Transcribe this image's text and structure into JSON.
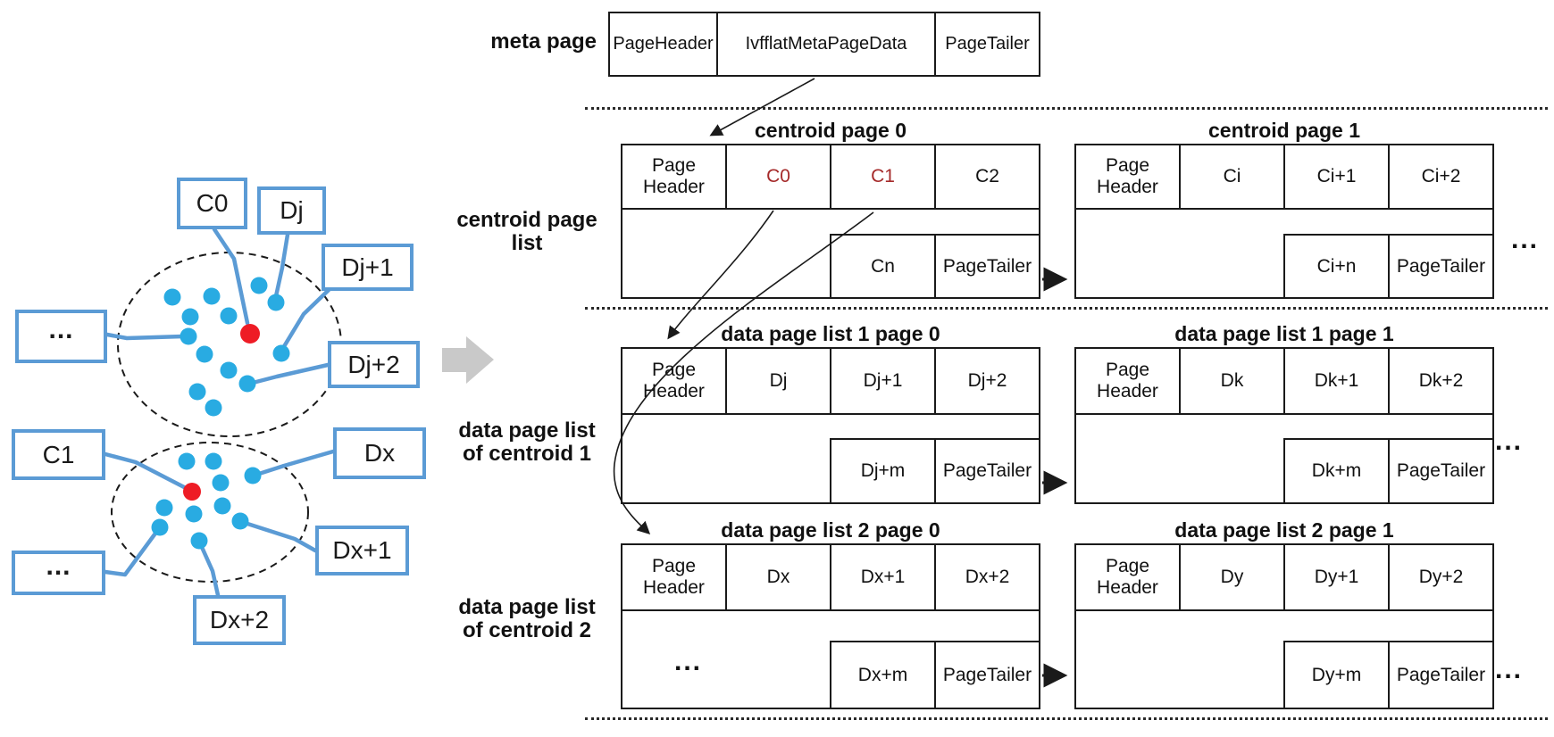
{
  "colors": {
    "box_border": "#5b9bd5",
    "connector": "#5b9bd5",
    "data_point": "#29abe2",
    "centroid_point": "#ee1c25",
    "red_cell_text": "#a52a2a",
    "gray_arrow": "#c9c9c9",
    "line": "#1a1a1a"
  },
  "left_panel": {
    "cluster1": {
      "centroid_label": "C0",
      "point_labels": [
        "Dj",
        "Dj+1",
        "Dj+2"
      ],
      "more_label": "..."
    },
    "cluster2": {
      "centroid_label": "C1",
      "point_labels": [
        "Dx",
        "Dx+1",
        "Dx+2"
      ],
      "more_label": "..."
    }
  },
  "meta_page": {
    "row_label": "meta page",
    "cells": [
      "PageHeader",
      "IvfflatMetaPageData",
      "PageTailer"
    ]
  },
  "rows": [
    {
      "label_line1": "centroid page",
      "label_line2": "list",
      "more": "...",
      "pages": [
        {
          "title": "centroid page 0",
          "cells": [
            "Page Header",
            "C0",
            "C1",
            "C2"
          ],
          "bottom": [
            "Cn",
            "PageTailer"
          ]
        },
        {
          "title": "centroid page 1",
          "cells": [
            "Page Header",
            "Ci",
            "Ci+1",
            "Ci+2"
          ],
          "bottom": [
            "Ci+n",
            "PageTailer"
          ]
        }
      ]
    },
    {
      "label_line1": "data page list",
      "label_line2": "of centroid 1",
      "more": "...",
      "pages": [
        {
          "title": "data page list 1 page 0",
          "cells": [
            "Page Header",
            "Dj",
            "Dj+1",
            "Dj+2"
          ],
          "bottom": [
            "Dj+m",
            "PageTailer"
          ]
        },
        {
          "title": "data page list 1 page 1",
          "cells": [
            "Page Header",
            "Dk",
            "Dk+1",
            "Dk+2"
          ],
          "bottom": [
            "Dk+m",
            "PageTailer"
          ]
        }
      ]
    },
    {
      "label_line1": "data page list",
      "label_line2": "of centroid 2",
      "more": "...",
      "body_ellipsis": "...",
      "pages": [
        {
          "title": "data page list 2 page 0",
          "cells": [
            "Page Header",
            "Dx",
            "Dx+1",
            "Dx+2"
          ],
          "bottom": [
            "Dx+m",
            "PageTailer"
          ]
        },
        {
          "title": "data page list 2 page 1",
          "cells": [
            "Page Header",
            "Dy",
            "Dy+1",
            "Dy+2"
          ],
          "bottom": [
            "Dy+m",
            "PageTailer"
          ]
        }
      ]
    }
  ]
}
